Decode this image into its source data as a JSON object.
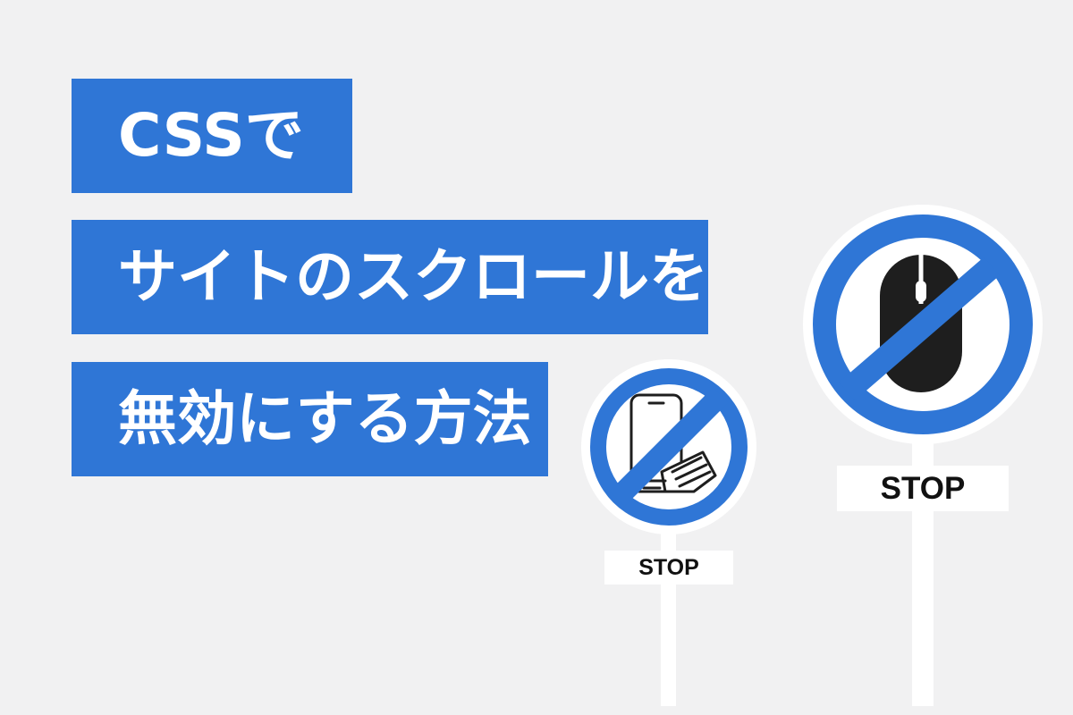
{
  "title": {
    "line1": "CSSで",
    "line2": "サイトのスクロールを",
    "line3": "無効にする方法"
  },
  "signs": {
    "small": {
      "label": "STOP",
      "icon": "smartphone-swipe-icon"
    },
    "large": {
      "label": "STOP",
      "icon": "mouse-icon"
    }
  },
  "colors": {
    "background": "#f1f1f2",
    "accent": "#2f76d6",
    "white": "#ffffff",
    "icon": "#1e1e1e"
  }
}
